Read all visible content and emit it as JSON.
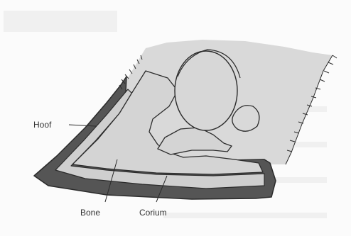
{
  "labels": {
    "hoof": "Hoof",
    "bone": "Bone",
    "corium": "Corium"
  },
  "colors": {
    "hoof_wall": "#555555",
    "corium_band": "#c9c9c9",
    "bone": "#d4d4d4",
    "skin": "#d9d9d9",
    "outline": "#2b2b2b",
    "background": "#fbfbfb"
  }
}
